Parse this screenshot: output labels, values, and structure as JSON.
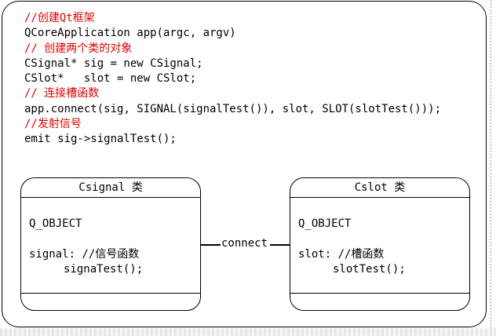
{
  "code_lines": [
    {
      "text": "//创建Qt框架",
      "comment": true
    },
    {
      "text": "QCoreApplication app(argc, argv)",
      "comment": false
    },
    {
      "text": "// 创建两个类的对象",
      "comment": true
    },
    {
      "text": "CSignal* sig = new CSignal;",
      "comment": false
    },
    {
      "text": "CSlot*   slot = new CSlot;",
      "comment": false
    },
    {
      "text": "// 连接槽函数",
      "comment": true
    },
    {
      "text": "app.connect(sig, SIGNAL(signalTest()), slot, SLOT(slotTest()));",
      "comment": false
    },
    {
      "text": "//发射信号",
      "comment": true
    },
    {
      "text": "emit sig->signalTest();",
      "comment": false
    }
  ],
  "signal_box": {
    "title": "Csignal 类",
    "macro": "Q_OBJECT",
    "section": "signal: //信号函数",
    "method": "signaTest();"
  },
  "slot_box": {
    "title": "Cslot 类",
    "macro": "Q_OBJECT",
    "section": "slot: //槽函数",
    "method": "slotTest();"
  },
  "connector_label": "connect",
  "colors": {
    "comment": "#e00000",
    "border": "#000000",
    "text": "#000000"
  }
}
